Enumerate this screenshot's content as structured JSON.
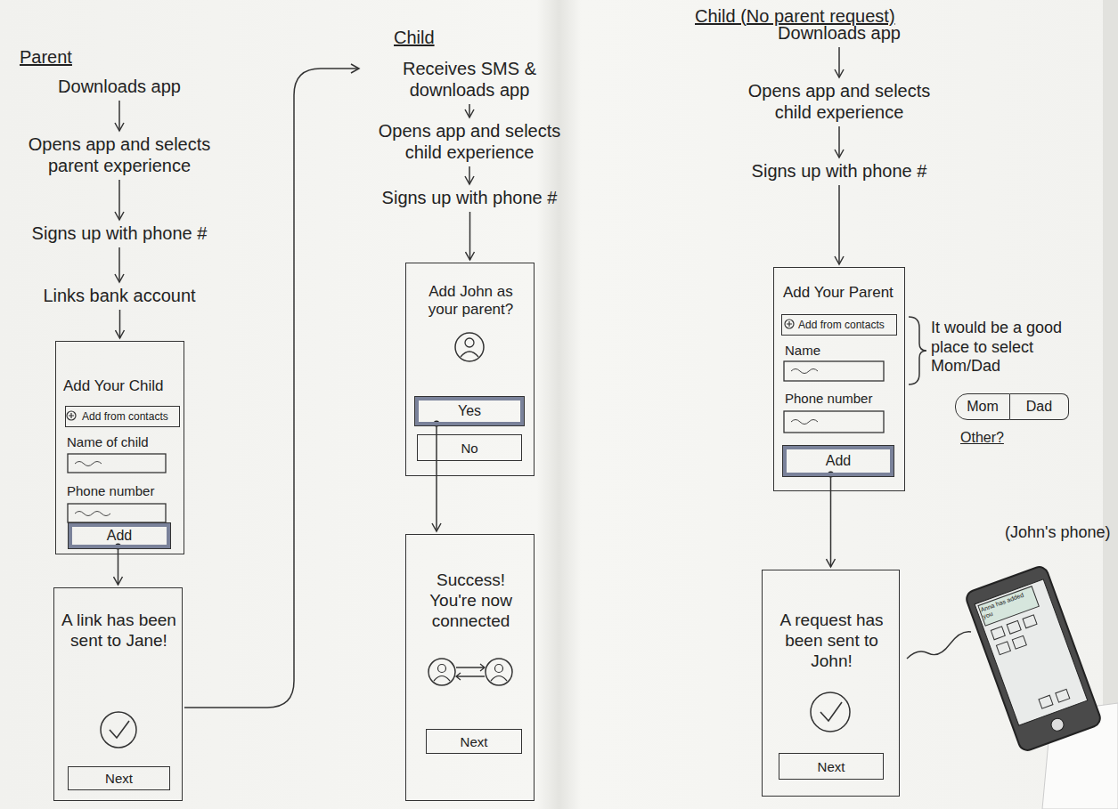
{
  "diagram": {
    "nodes": [
      {
        "text": [
          "Downloads app"
        ]
      },
      {
        "text": [
          "Opens app and selects parent experience"
        ]
      },
      {
        "text": [
          "Signs up with phone #"
        ]
      },
      {
        "text": [
          "Links bank account"
        ]
      },
      {
        "text": [
          "Add Your Child",
          "Name of child",
          "Phone number"
        ]
      },
      {
        "text": [
          "Add from contacts"
        ],
        "in": 4
      },
      {
        "text": [
          "Add"
        ],
        "in": 4
      },
      {
        "text": [
          "A link has been sent to Jane!"
        ]
      },
      {
        "text": [
          "Next"
        ],
        "in": 7
      },
      {
        "text": [
          "Receives SMS & downloads app"
        ]
      },
      {
        "text": [
          "Opens app and selects child experience"
        ]
      },
      {
        "text": [
          "Signs up with phone #"
        ]
      },
      {
        "text": [
          "Add John as your parent?"
        ]
      },
      {
        "text": [
          "Yes"
        ],
        "in": 12
      },
      {
        "text": [
          "No"
        ],
        "in": 12
      },
      {
        "text": [
          "Success! You're now connected"
        ]
      },
      {
        "text": [
          "Next"
        ],
        "in": 15
      },
      {
        "text": [
          "Downloads app"
        ]
      },
      {
        "text": [
          "Opens app and selects child experience"
        ]
      },
      {
        "text": [
          "Signs up with phone #"
        ]
      },
      {
        "text": [
          "Add Your Parent",
          "Name",
          "Phone number"
        ]
      },
      {
        "text": [
          "Add from contacts"
        ],
        "in": 20
      },
      {
        "text": [
          "Add"
        ],
        "in": 20
      },
      {
        "text": [
          "Mom"
        ]
      },
      {
        "text": [
          "Dad"
        ]
      },
      {
        "text": [
          "A request has been sent to John!"
        ]
      },
      {
        "text": [
          "Next"
        ],
        "in": 25
      }
    ],
    "edges": [
      {
        "from": 0,
        "to": 1,
        "arrow": "to"
      },
      {
        "from": 1,
        "to": 2,
        "arrow": "to"
      },
      {
        "from": 2,
        "to": 3,
        "arrow": "to"
      },
      {
        "from": 3,
        "to": 4,
        "arrow": "to"
      },
      {
        "from": 6,
        "to": 7,
        "arrow": "to"
      },
      {
        "from": 7,
        "to": 9,
        "arrow": "to"
      },
      {
        "from": 9,
        "to": 10,
        "arrow": "to"
      },
      {
        "from": 10,
        "to": 11,
        "arrow": "to"
      },
      {
        "from": 11,
        "to": 12,
        "arrow": "to"
      },
      {
        "from": 13,
        "to": 15,
        "arrow": "to"
      },
      {
        "from": 17,
        "to": 18,
        "arrow": "to"
      },
      {
        "from": 18,
        "to": 19,
        "arrow": "to"
      },
      {
        "from": 19,
        "to": 20,
        "arrow": "to"
      },
      {
        "from": 22,
        "to": 25,
        "arrow": "to"
      }
    ],
    "labels": [
      "Parent",
      "Child",
      "Child (No parent request)",
      "It would be a good place to select Mom/Dad",
      "Other?",
      "(John's phone)",
      "Anna has added you"
    ]
  }
}
